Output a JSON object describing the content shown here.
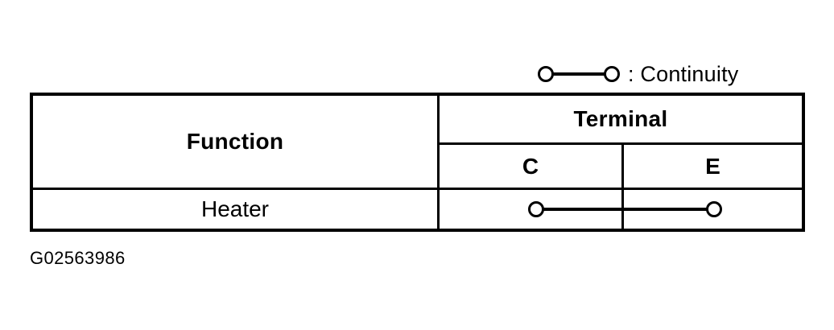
{
  "legend": {
    "symbol_icon": "continuity-symbol",
    "label": ": Continuity"
  },
  "table": {
    "columns": {
      "function_header": "Function",
      "terminal_header": "Terminal",
      "terminal_sub": [
        {
          "label": "C"
        },
        {
          "label": "E"
        }
      ]
    },
    "rows": [
      {
        "function": "Heater",
        "continuity": {
          "from": "C",
          "to": "E",
          "icon": "continuity-symbol"
        }
      }
    ]
  },
  "caption": "G02563986",
  "colors": {
    "ink": "#000000",
    "paper": "#ffffff"
  }
}
